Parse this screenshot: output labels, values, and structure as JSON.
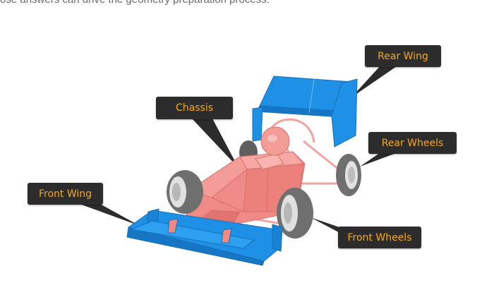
{
  "intro_text": "ose answers can drive the geometry preparation process.",
  "labels": {
    "rear_wing": "Rear Wing",
    "chassis": "Chassis",
    "rear_wheels": "Rear Wheels",
    "front_wing": "Front Wing",
    "front_wheels": "Front Wheels"
  },
  "colors": {
    "label_bg": "#2c2c2c",
    "label_text": "#f4a81c",
    "wing_blue": "#1e90e6",
    "chassis_pink": "#f08a86",
    "tire_gray": "#6f6f6f"
  }
}
